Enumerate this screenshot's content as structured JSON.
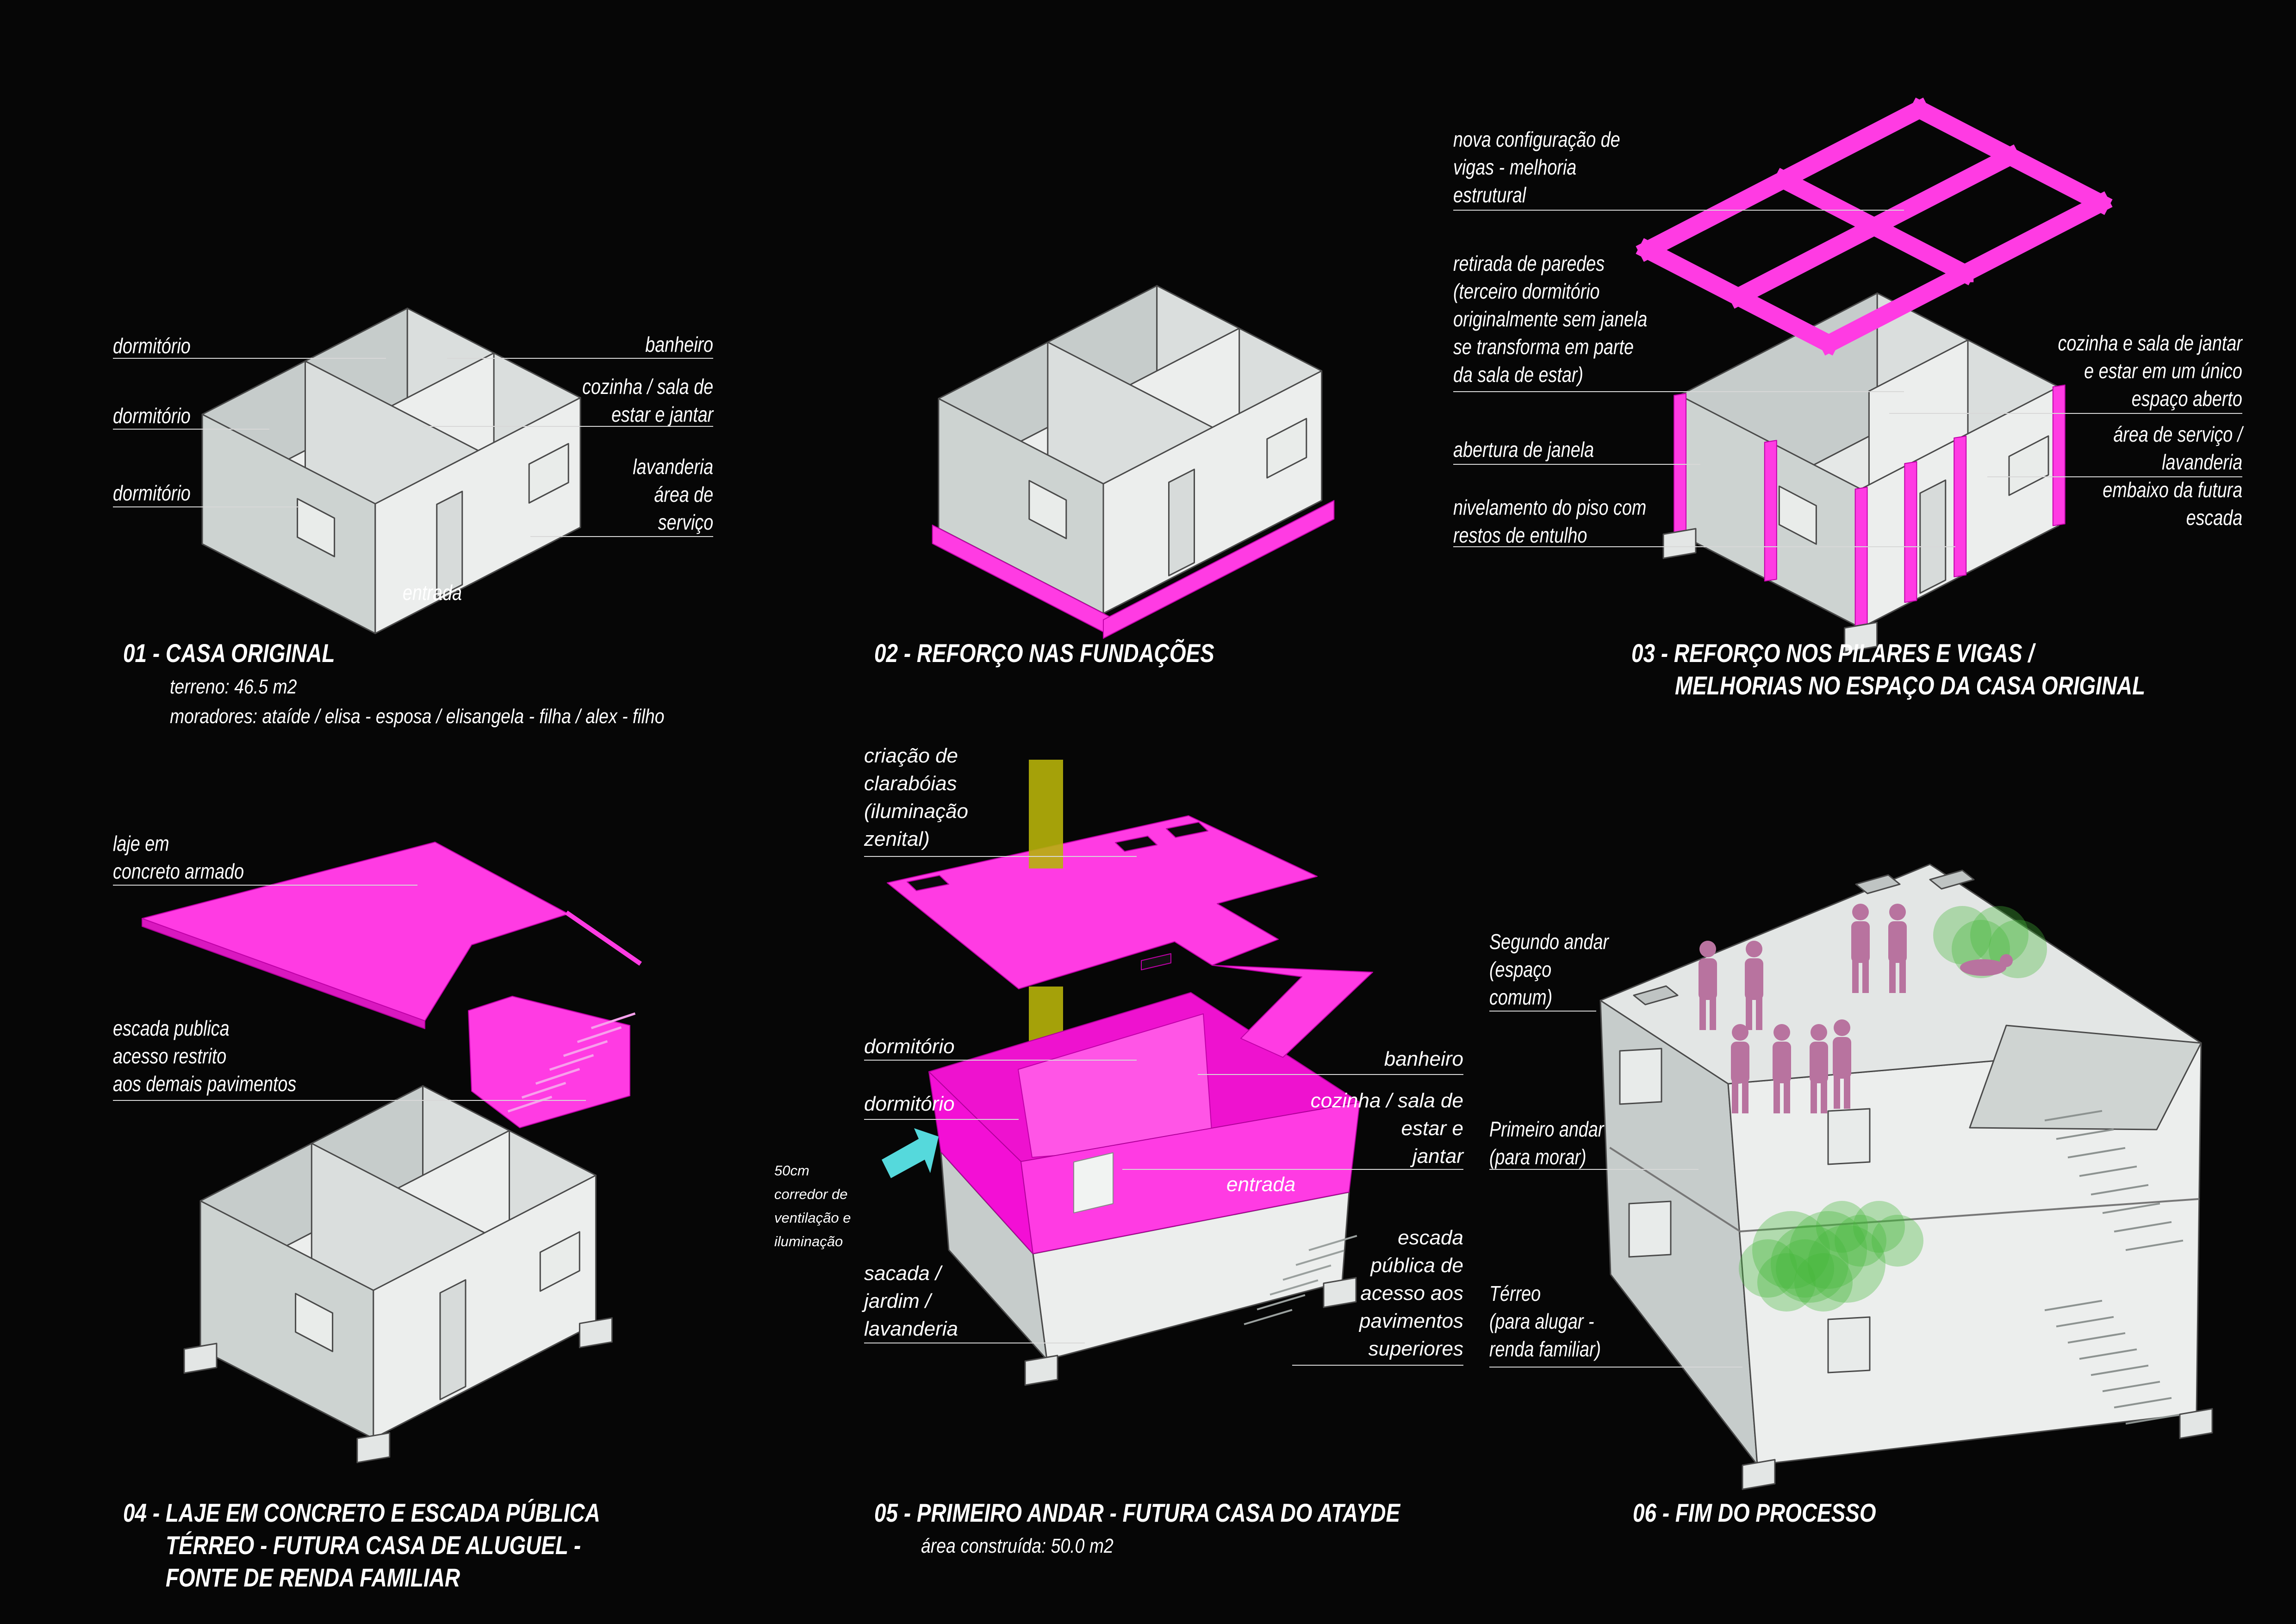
{
  "colors": {
    "background": "#060606",
    "magenta": "#ff3be3",
    "cyan_arrow": "#55d9dc",
    "skylight": "#b7b30a",
    "people": "#b8739f",
    "trees": "#46b83a"
  },
  "p1": {
    "title": "01 - CASA ORIGINAL",
    "terreno": "terreno: 46.5 m2",
    "moradores": "moradores: ataíde / elisa - esposa / elisangela - filha / alex - filho",
    "labels": {
      "dorm1": "dormitório",
      "dorm2": "dormitório",
      "dorm3": "dormitório",
      "banheiro": "banheiro",
      "cozinha": "cozinha / sala de\nestar e jantar",
      "lavanderia": "lavanderia\nárea de\nserviço",
      "entrada": "entrada"
    }
  },
  "p2": {
    "title": "02 - REFORÇO NAS FUNDAÇÕES"
  },
  "p3": {
    "title_line1": "03 - REFORÇO NOS PILARES E VIGAS /",
    "title_line2": "MELHORIAS NO ESPAÇO DA CASA ORIGINAL",
    "labels": {
      "vigas": "nova configuração de\nvigas - melhoria\nestrutural",
      "retirada": "retirada de paredes\n(terceiro dormitório\noriginalmente sem janela\nse transforma em parte\nda sala de estar)",
      "janela": "abertura de janela",
      "nivelamento": "nivelamento do piso com\nrestos de entulho",
      "cozinha": "cozinha e sala de jantar\ne estar em um único\nespaço aberto",
      "servico": "área de serviço /\nlavanderia\nembaixo da futura\nescada"
    }
  },
  "p4": {
    "title_line1": "04 - LAJE EM CONCRETO E ESCADA PÚBLICA",
    "title_line2": "TÉRREO - FUTURA CASA DE ALUGUEL -",
    "title_line3": "FONTE DE RENDA FAMILIAR",
    "labels": {
      "laje": "laje em\nconcreto armado",
      "escada": "escada publica\nacesso restrito\naos demais pavimentos"
    }
  },
  "p5": {
    "title": "05 - PRIMEIRO ANDAR - FUTURA CASA DO ATAYDE",
    "area": "área construída: 50.0 m2",
    "labels": {
      "clarabolas": "criação de\nclarabóias\n(iluminação\nzenital)",
      "dorm1": "dormitório",
      "dorm2": "dormitório",
      "corredor": "50cm\ncorredor de\nventilação e\niluminação",
      "sacada": "sacada /\njardim /\nlavanderia",
      "banheiro": "banheiro",
      "cozinha": "cozinha / sala de\nestar e\njantar",
      "escada": "escada\npública de\nacesso aos\npavimentos\nsuperiores",
      "entrada": "entrada"
    }
  },
  "p6": {
    "title": "06 - FIM DO PROCESSO",
    "labels": {
      "segundo": "Segundo andar\n(espaço\ncomum)",
      "primeiro": "Primeiro andar\n(para morar)",
      "terreo": "Térreo\n(para alugar -\nrenda familiar)"
    }
  }
}
